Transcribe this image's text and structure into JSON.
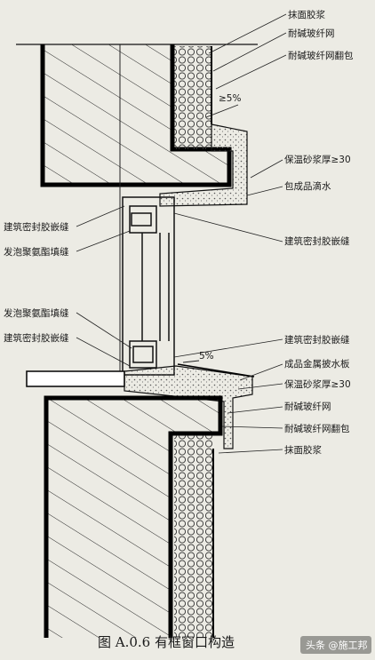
{
  "labels_right_top": [
    "抹面胶浆",
    "耐碱玻纤网",
    "耐碱玻纤网翻包"
  ],
  "slope_top": "≥5%",
  "labels_right_mid": [
    "保温砂浆厚≥30",
    "包成品滴水"
  ],
  "label_right_sealant_1": "建筑密封胶嵌缝",
  "labels_left_top": [
    "建筑密封胶嵌缝",
    "发泡聚氨酯填缝"
  ],
  "labels_left_bottom": [
    "发泡聚氨酯填缝",
    "建筑密封胶嵌缝"
  ],
  "slope_bottom": "5%",
  "labels_right_bottom": [
    "建筑密封胶嵌缝",
    "成品金属披水板",
    "保温砂浆厚≥30",
    "耐碱玻纤网",
    "耐碱玻纤网翻包",
    "抹面胶浆"
  ],
  "caption": "图 A.0.6   有框窗口构造",
  "watermark": "头条 @施工邦",
  "colors": {
    "paper": "#ecebe4",
    "ink": "#1a1a1a"
  }
}
